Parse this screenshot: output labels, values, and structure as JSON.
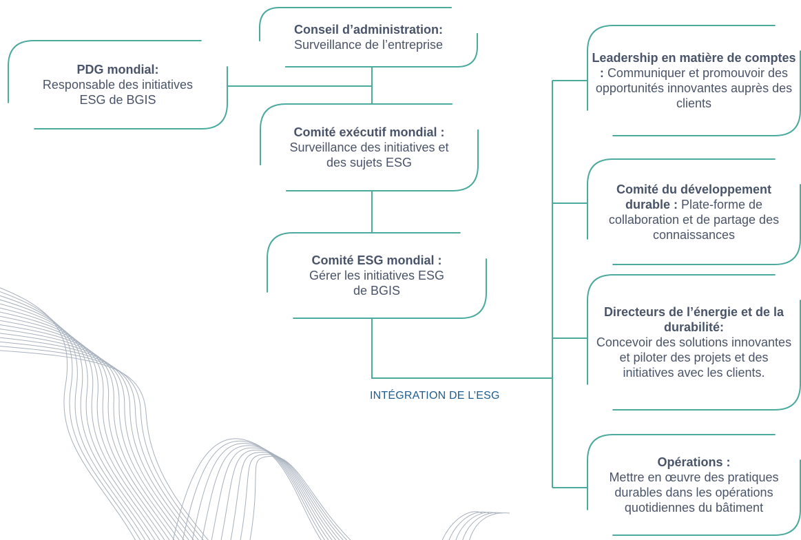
{
  "colors": {
    "accent": "#4aaa9d",
    "text": "#4a5468",
    "label": "#1d5d8e",
    "contour": "#a7b0bd"
  },
  "nodes": {
    "conseil": {
      "title": "Conseil d’administration:",
      "text": "Surveillance de l’entreprise"
    },
    "pdg": {
      "title": "PDG mondial:",
      "text": "Responsable des initiatives ESG de BGIS"
    },
    "executif": {
      "title": "Comité exécutif mondial :",
      "text": "Surveillance des initiatives et des sujets ESG"
    },
    "esg": {
      "title": "Comité ESG mondial :",
      "text": "Gérer les initiatives ESG de BGIS"
    },
    "leadership": {
      "title": "Leadership en matière de comptes :",
      "text": "Communiquer et promouvoir des opportunités innovantes auprès des clients"
    },
    "developpement": {
      "title": "Comité du développement durable :",
      "text": "Plate-forme de collaboration et de partage des connaissances"
    },
    "directeurs": {
      "title": "Directeurs de l’énergie et de la durabilité:",
      "text": "Concevoir des solutions innovantes et piloter des projets et des initiatives avec les clients."
    },
    "operations": {
      "title": "Opérations :",
      "text": "Mettre en œuvre des pratiques durables dans les opérations quotidiennes du bâtiment"
    }
  },
  "integration_label": "INTÉGRATION DE L’ESG"
}
